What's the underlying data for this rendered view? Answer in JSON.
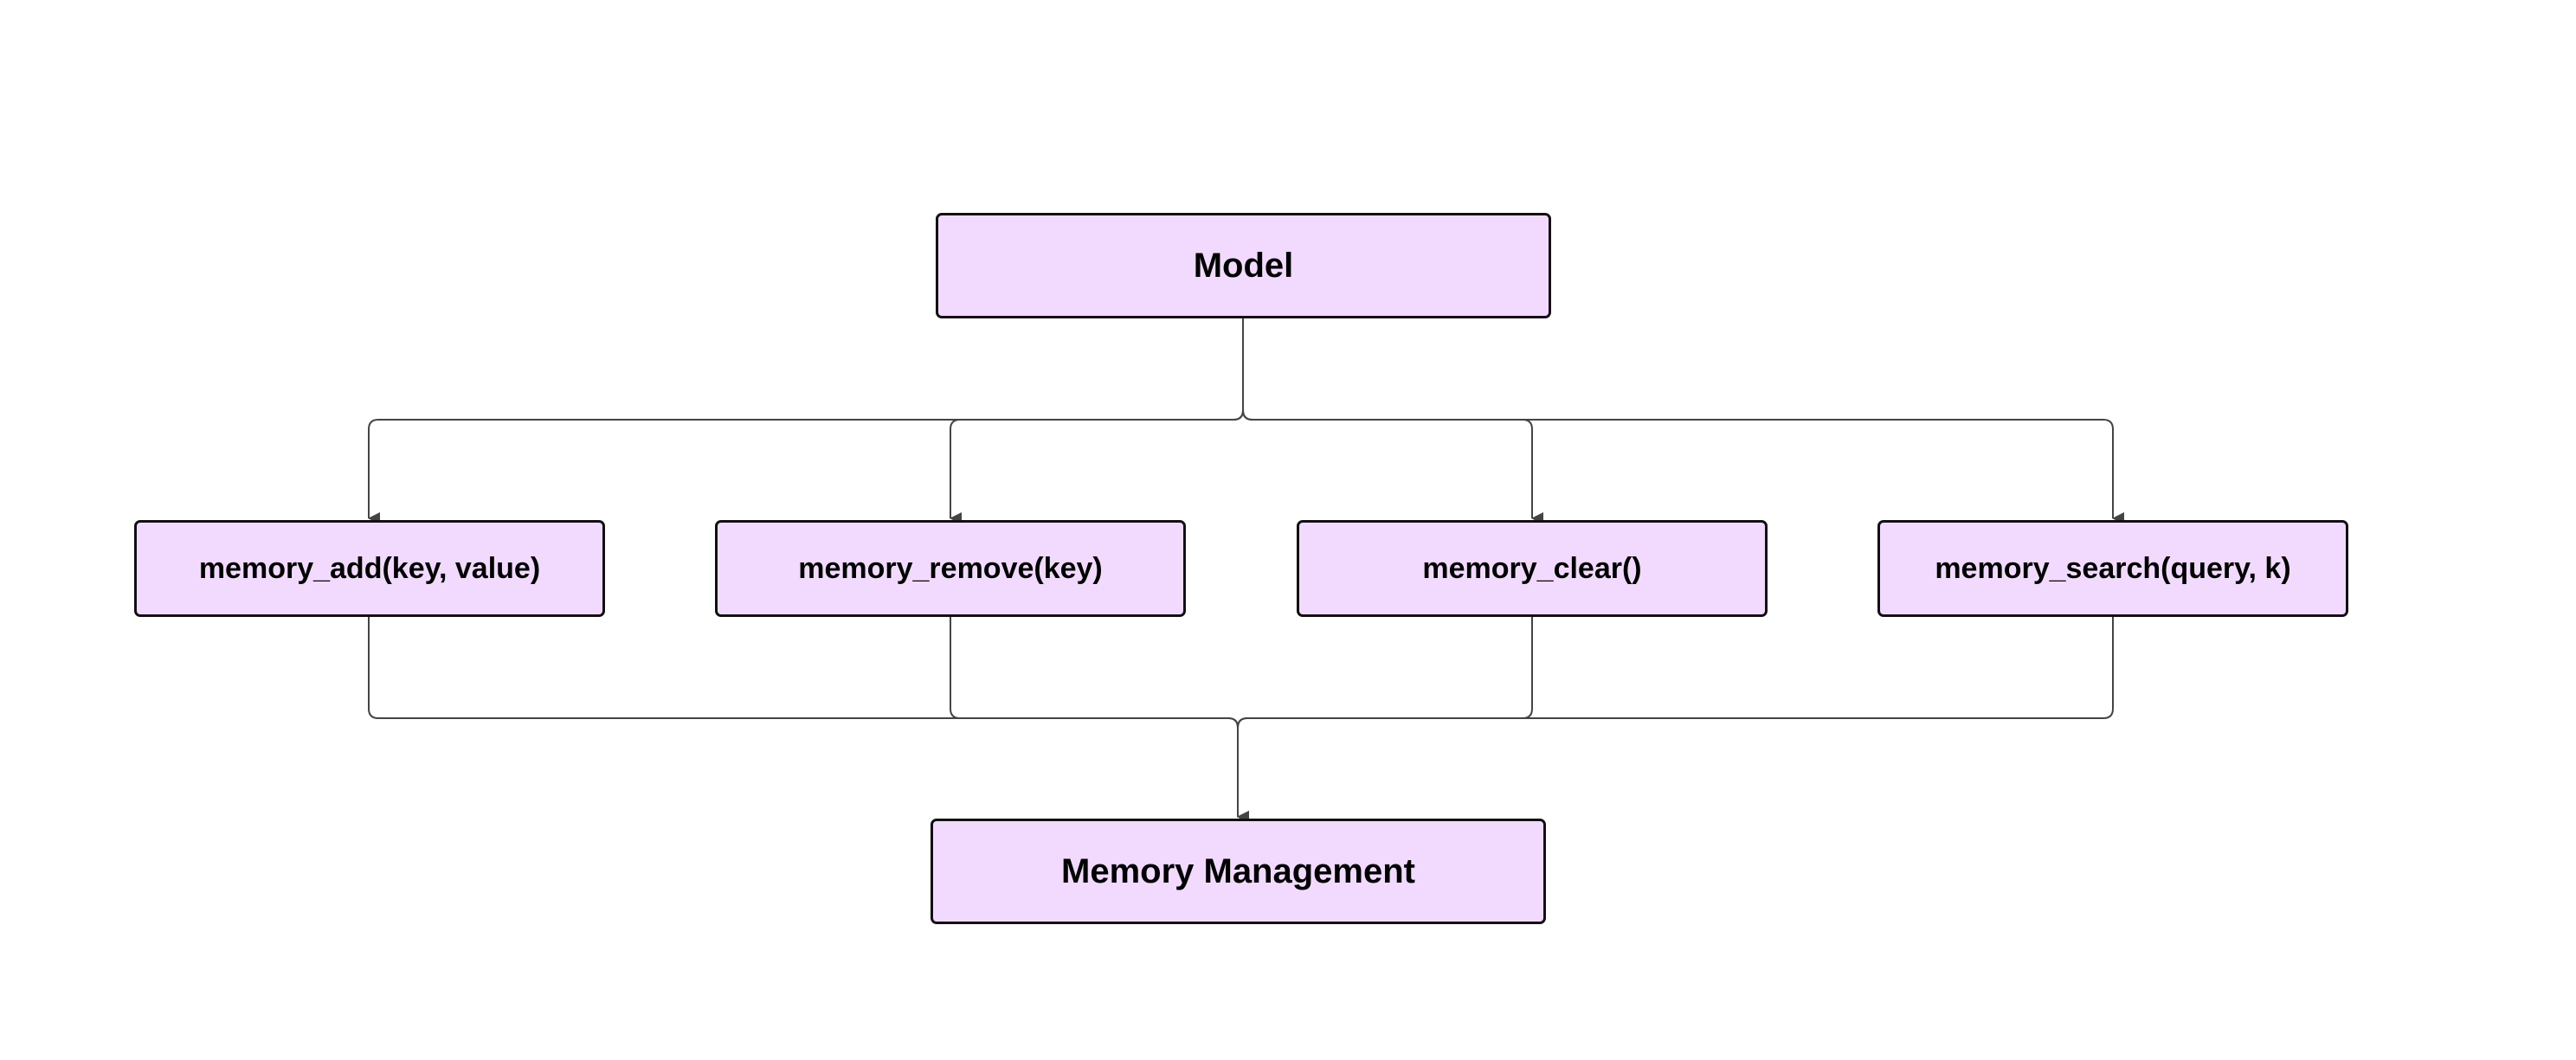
{
  "diagram": {
    "colors": {
      "node_fill": "#f1dafd",
      "node_border": "#111111",
      "edge": "#444444"
    },
    "nodes": {
      "model": "Model",
      "memory_add": "memory_add(key, value)",
      "memory_remove": "memory_remove(key)",
      "memory_clear": "memory_clear()",
      "memory_search": "memory_search(query, k)",
      "memory_management": "Memory Management"
    },
    "edges": [
      {
        "from": "model",
        "to": "memory_add"
      },
      {
        "from": "model",
        "to": "memory_remove"
      },
      {
        "from": "model",
        "to": "memory_clear"
      },
      {
        "from": "model",
        "to": "memory_search"
      },
      {
        "from": "memory_add",
        "to": "memory_management"
      },
      {
        "from": "memory_remove",
        "to": "memory_management"
      },
      {
        "from": "memory_clear",
        "to": "memory_management"
      },
      {
        "from": "memory_search",
        "to": "memory_management"
      }
    ]
  }
}
